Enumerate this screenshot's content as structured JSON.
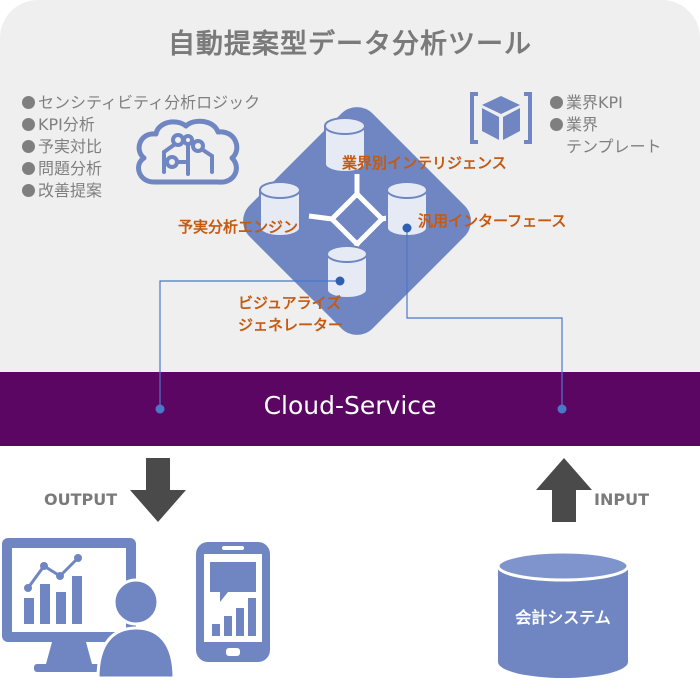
{
  "title": "自動提案型データ分析ツール",
  "left_features": [
    "センシティビティ分析ロジック",
    "KPI分析",
    "予実対比",
    "問題分析",
    "改善提案"
  ],
  "right_features": [
    {
      "line1": "業界KPI",
      "line2": ""
    },
    {
      "line1": "業界",
      "line2": "テンプレート"
    }
  ],
  "engines": {
    "industry_intelligence": "業界別インテリジェンス",
    "forecast_engine": "予実分析エンジン",
    "interface": "汎用インターフェース",
    "visualize_line1": "ビジュアライズ",
    "visualize_line2": "ジェネレーター"
  },
  "cloud_service": "Cloud-Service",
  "output_label": "OUTPUT",
  "input_label": "INPUT",
  "accounting_system": "会計システム",
  "colors": {
    "panel": "#efefef",
    "band": "#5c0664",
    "blue": "#6f86c2",
    "accent": "#c55a11",
    "gray": "#7a7a7a"
  },
  "icons": [
    "brain-circuit-icon",
    "cube-icon",
    "database-cluster-icon",
    "monitor-chart-icon",
    "user-icon",
    "tablet-chart-icon",
    "database-icon",
    "arrow-down-icon",
    "arrow-up-icon"
  ]
}
